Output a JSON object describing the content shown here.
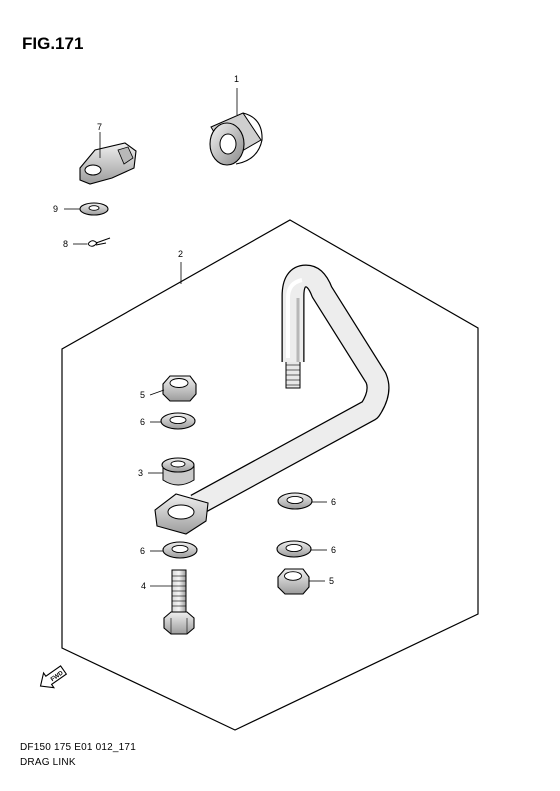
{
  "figure": {
    "title": "FIG.171",
    "code": "DF150 175 E01 012_171",
    "name": "DRAG LINK"
  },
  "callouts": {
    "c1": "1",
    "c2": "2",
    "c3": "3",
    "c4": "4",
    "c5a": "5",
    "c5b": "5",
    "c6a": "6",
    "c6b": "6",
    "c6c": "6",
    "c6d": "6",
    "c7": "7",
    "c8": "8",
    "c9": "9"
  },
  "direction_badge": "FWD"
}
